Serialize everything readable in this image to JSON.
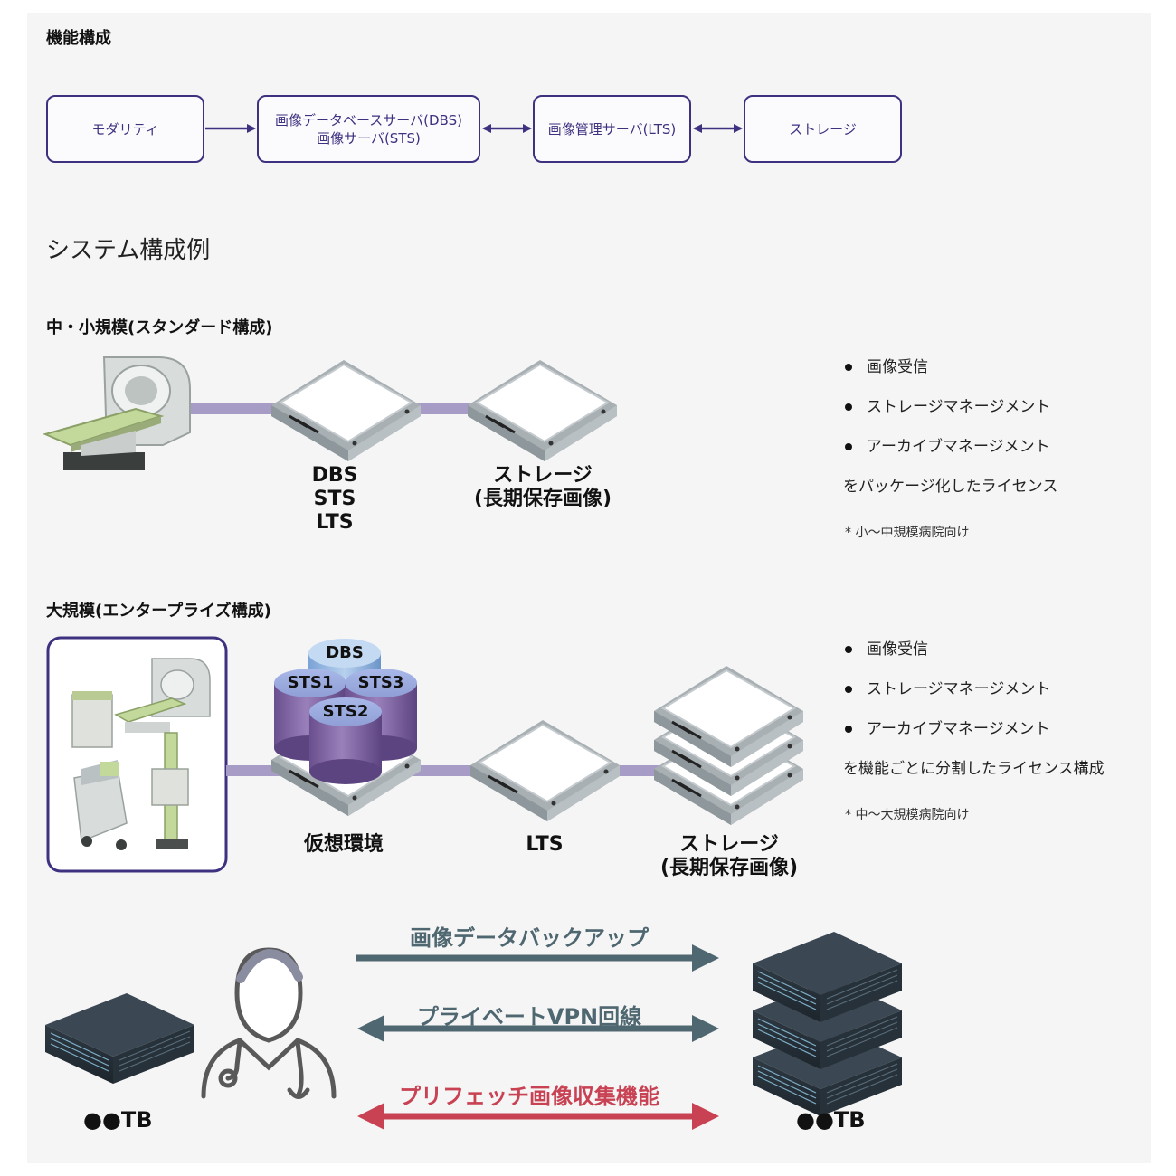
{
  "section1": {
    "title": "機能構成"
  },
  "flow": {
    "box1": "モダリティ",
    "box2_line1": "画像データベースサーバ(DBS)",
    "box2_line2": "画像サーバ(STS)",
    "box3": "画像管理サーバ(LTS)",
    "box4": "ストレージ"
  },
  "section2": {
    "title": "システム構成例"
  },
  "small": {
    "title": "中・小規模(スタンダード構成)",
    "server_label": [
      "DBS",
      "STS",
      "LTS"
    ],
    "storage_label": [
      "ストレージ",
      "(長期保存画像)"
    ],
    "bullets": [
      "画像受信",
      "ストレージマネージメント",
      "アーカイブマネージメント"
    ],
    "summary": "をパッケージ化したライセンス",
    "note": "* 小〜中規模病院向け"
  },
  "large": {
    "title": "大規模(エンタープライズ構成)",
    "cylinders": [
      "DBS",
      "STS1",
      "STS3",
      "STS2"
    ],
    "virtual_label": "仮想環境",
    "lts_label": "LTS",
    "storage_label": [
      "ストレージ",
      "(長期保存画像)"
    ],
    "bullets": [
      "画像受信",
      "ストレージマネージメント",
      "アーカイブマネージメント"
    ],
    "summary": "を機能ごとに分割したライセンス構成",
    "note": "* 中〜大規模病院向け"
  },
  "backup": {
    "arrow1": "画像データバックアップ",
    "arrow2": "プライベートVPN回線",
    "arrow3": "プリフェッチ画像収集機能",
    "left_capacity": "●●TB",
    "right_capacity": "●●TB"
  },
  "colors": {
    "accent": "#3d3180",
    "link_line": "#a79cc6",
    "cylinder": "#7a5f9e",
    "cylinder_top": "#9bbbe0",
    "arrow_gray": "#4f6770",
    "arrow_red": "#c84253"
  }
}
